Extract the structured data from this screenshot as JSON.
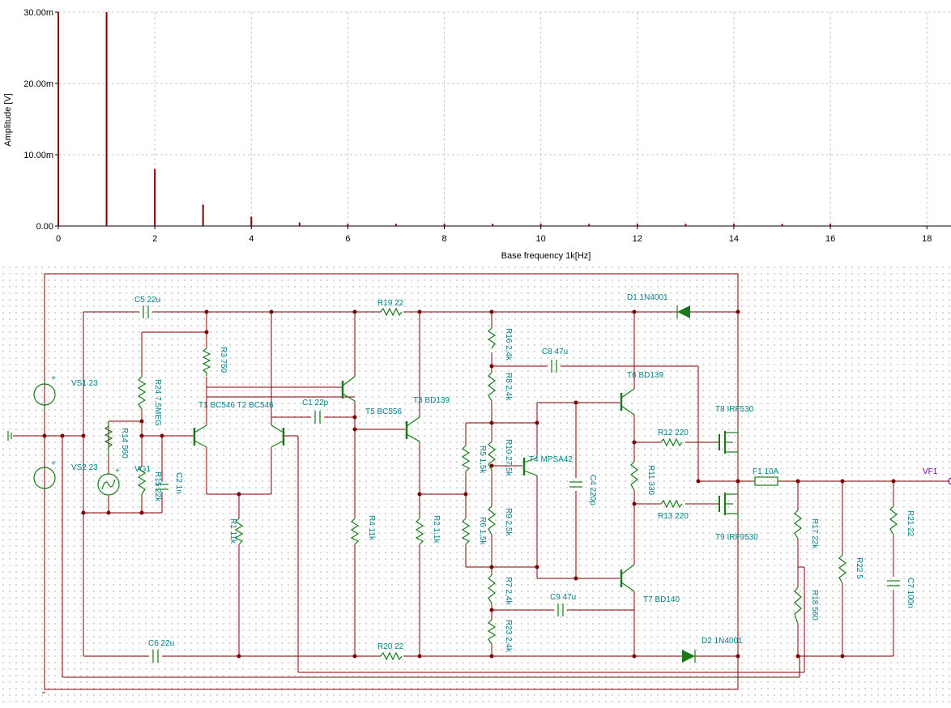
{
  "chart_data": {
    "type": "bar",
    "xlabel": "Base frequency 1k[Hz]",
    "ylabel": "Amplitude [V]",
    "xlim": [
      0,
      18.5
    ],
    "ylim": [
      0,
      30
    ],
    "x_ticks": [
      "0",
      "2",
      "4",
      "6",
      "8",
      "10",
      "12",
      "14",
      "16",
      "18"
    ],
    "y_ticks": [
      "0.00",
      "10.00m",
      "20.00m",
      "30.00m"
    ],
    "grid": true,
    "bar_color": "#800000",
    "x": [
      0,
      1,
      2,
      3,
      4,
      5,
      6,
      7,
      8,
      9,
      10,
      11,
      12,
      13,
      14,
      15,
      16
    ],
    "values": [
      30,
      30,
      8,
      3,
      1.3,
      0.5,
      0.3,
      0.3,
      0.3,
      0.3,
      0.3,
      0.3,
      0.3,
      0.3,
      0.3,
      0.3,
      0.3
    ]
  },
  "schematic": {
    "wire_color": "#800000",
    "component_color": "#1a7a1a",
    "label_color": "#00808a",
    "output_label_color": "#8000a0",
    "labels": {
      "vs1": "VS1 23",
      "vs2": "VS2 23",
      "vg1": "VG1",
      "c5": "C5 22u",
      "c6": "C6 22u",
      "r19": "R19 22",
      "r20": "R20 22",
      "d1": "D1 1N4001",
      "d2": "D2 1N4001",
      "r3": "R3 750",
      "r24": "R24 7,5MEG",
      "r14": "R14 560",
      "r15": "R15 22k",
      "c2": "C2 1n",
      "t1t2": "T1 BC546 T2 BC546",
      "r1": "R1 11k",
      "c1": "C1 22p",
      "t5": "T5 BC556",
      "t3": "T3 BD139",
      "r4": "R4 11k",
      "r2": "R2 1,1k",
      "r16": "R16 2,4k",
      "r8": "R8 2,4k",
      "c8": "C8 47u",
      "t6": "T6 BD139",
      "r5": "R5 1,5k",
      "r10": "R10 27,5k",
      "t4": "T4 MPSA42",
      "c4": "C4 220p",
      "r6": "R6 1,5k",
      "r9": "R9 2,5k",
      "r7": "R7 2,4k",
      "c9": "C9 47u",
      "r23": "R23 2,4k",
      "t7": "T7 BD140",
      "r11": "R11 330",
      "r12": "R12 220",
      "r13": "R13 220",
      "t8": "T8 IRF530",
      "t9": "T9 IRF9530",
      "f1": "F1 10A",
      "r17": "R17 22k",
      "r18": "R18 560",
      "r22": "R22 5",
      "r21": "R21 22",
      "c7": "C7 100n",
      "vf1": "VF1",
      "plus1": "+",
      "plus2": "+",
      "plus3": "+"
    }
  }
}
